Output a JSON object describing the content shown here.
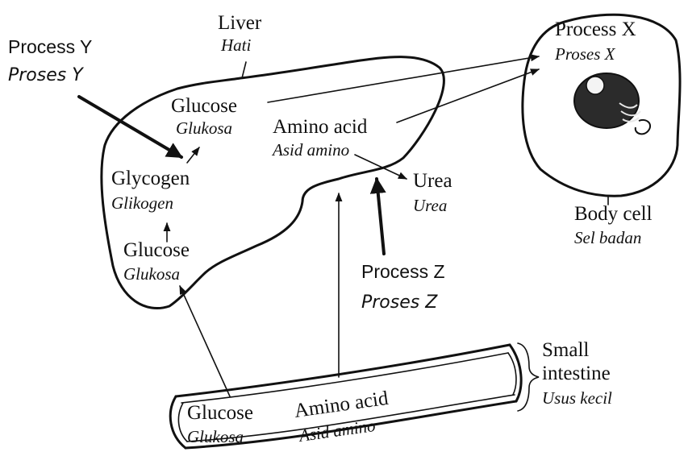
{
  "liver": {
    "name": "Liver",
    "name_local": "Hati"
  },
  "liver_contents": {
    "glucose_top": "Glucose",
    "glucose_top_local": "Glukosa",
    "glycogen": "Glycogen",
    "glycogen_local": "Glikogen",
    "glucose_bottom": "Glucose",
    "glucose_bottom_local": "Glukosa",
    "amino_acid": "Amino acid",
    "amino_acid_local": "Asid amino"
  },
  "urea": {
    "name": "Urea",
    "name_local": "Urea"
  },
  "body_cell": {
    "process": "Process X",
    "process_local": "Proses X",
    "name": "Body cell",
    "name_local": "Sel badan"
  },
  "process_y": {
    "name": "Process Y",
    "name_local": "Proses Y"
  },
  "process_z": {
    "name": "Process Z",
    "name_local": "Proses Z"
  },
  "small_intestine": {
    "name_line1": "Small",
    "name_line2": "intestine",
    "name_local": "Usus kecil",
    "glucose": "Glucose",
    "glucose_local": "Glukosa",
    "amino_acid": "Amino acid",
    "amino_acid_local": "Asid amino"
  }
}
